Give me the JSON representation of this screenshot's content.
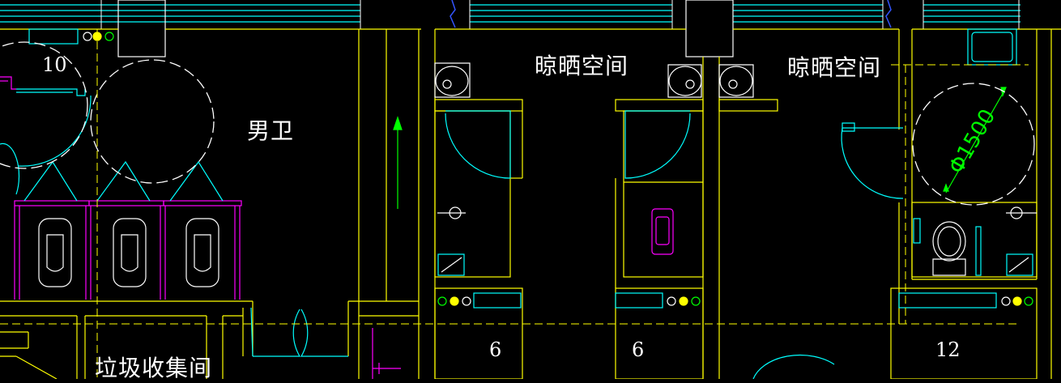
{
  "labels": {
    "mens_toilet": "男卫",
    "drying_space_left": "晾晒空间",
    "drying_space_right": "晾晒空间",
    "garbage_room": "垃圾收集间",
    "diameter_dim": "Φ1500"
  },
  "numbers": {
    "n10": "10",
    "n6a": "6",
    "n6b": "6",
    "n12": "12"
  },
  "colors": {
    "background": "#000000",
    "wall": "#ffff00",
    "fixture": "#00ffff",
    "partition": "#ff00ff",
    "text": "#ffffff",
    "dimension": "#00ff00",
    "dashed": "#ffff00"
  }
}
